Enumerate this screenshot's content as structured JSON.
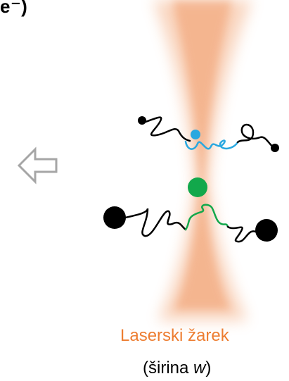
{
  "top_fragment": "e⁻)",
  "beam_label": "Laserski žarek",
  "width_label": {
    "open": "(širina ",
    "var": "w",
    "close": ")"
  },
  "colors": {
    "beam": "#f2a170",
    "beam_label": "#ed7d31",
    "blue_particle": "#29a8e0",
    "green_particle": "#12a84b",
    "arrow": "#a6a6a6",
    "chain": "#000000"
  }
}
